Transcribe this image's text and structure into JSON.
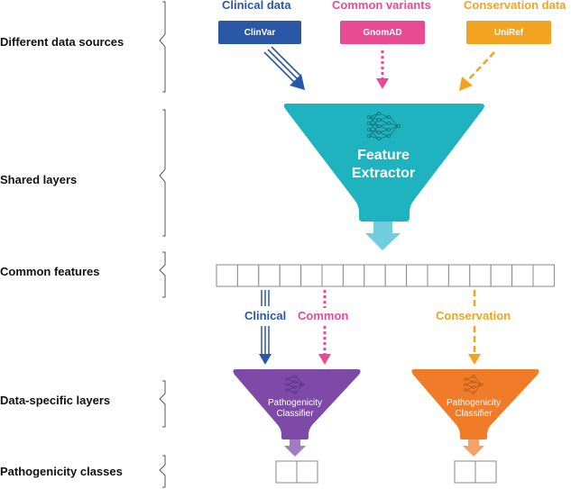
{
  "left_labels": {
    "sources": "Different data sources",
    "shared": "Shared layers",
    "common_features": "Common features",
    "data_specific": "Data-specific layers",
    "classes": "Pathogenicity classes"
  },
  "sources": [
    {
      "title": "Clinical data",
      "box": "ClinVar",
      "color": "#2b58a6"
    },
    {
      "title": "Common variants",
      "box": "GnomAD",
      "color": "#e84a94"
    },
    {
      "title": "Conservation data",
      "box": "UniRef",
      "color": "#f2a322"
    }
  ],
  "extractor": {
    "line1": "Feature",
    "line2": "Extractor",
    "color": "#1fb3bf"
  },
  "branches": {
    "clinical": "Clinical",
    "common": "Common",
    "conservation": "Conservation"
  },
  "classifiers": [
    {
      "line1": "Pathogenicity",
      "line2": "Classifier",
      "color": "#7e4aa8"
    },
    {
      "line1": "Pathogenicity",
      "line2": "Classifier",
      "color": "#f07c2a"
    }
  ],
  "feature_cells": 16,
  "class_cells": 2
}
